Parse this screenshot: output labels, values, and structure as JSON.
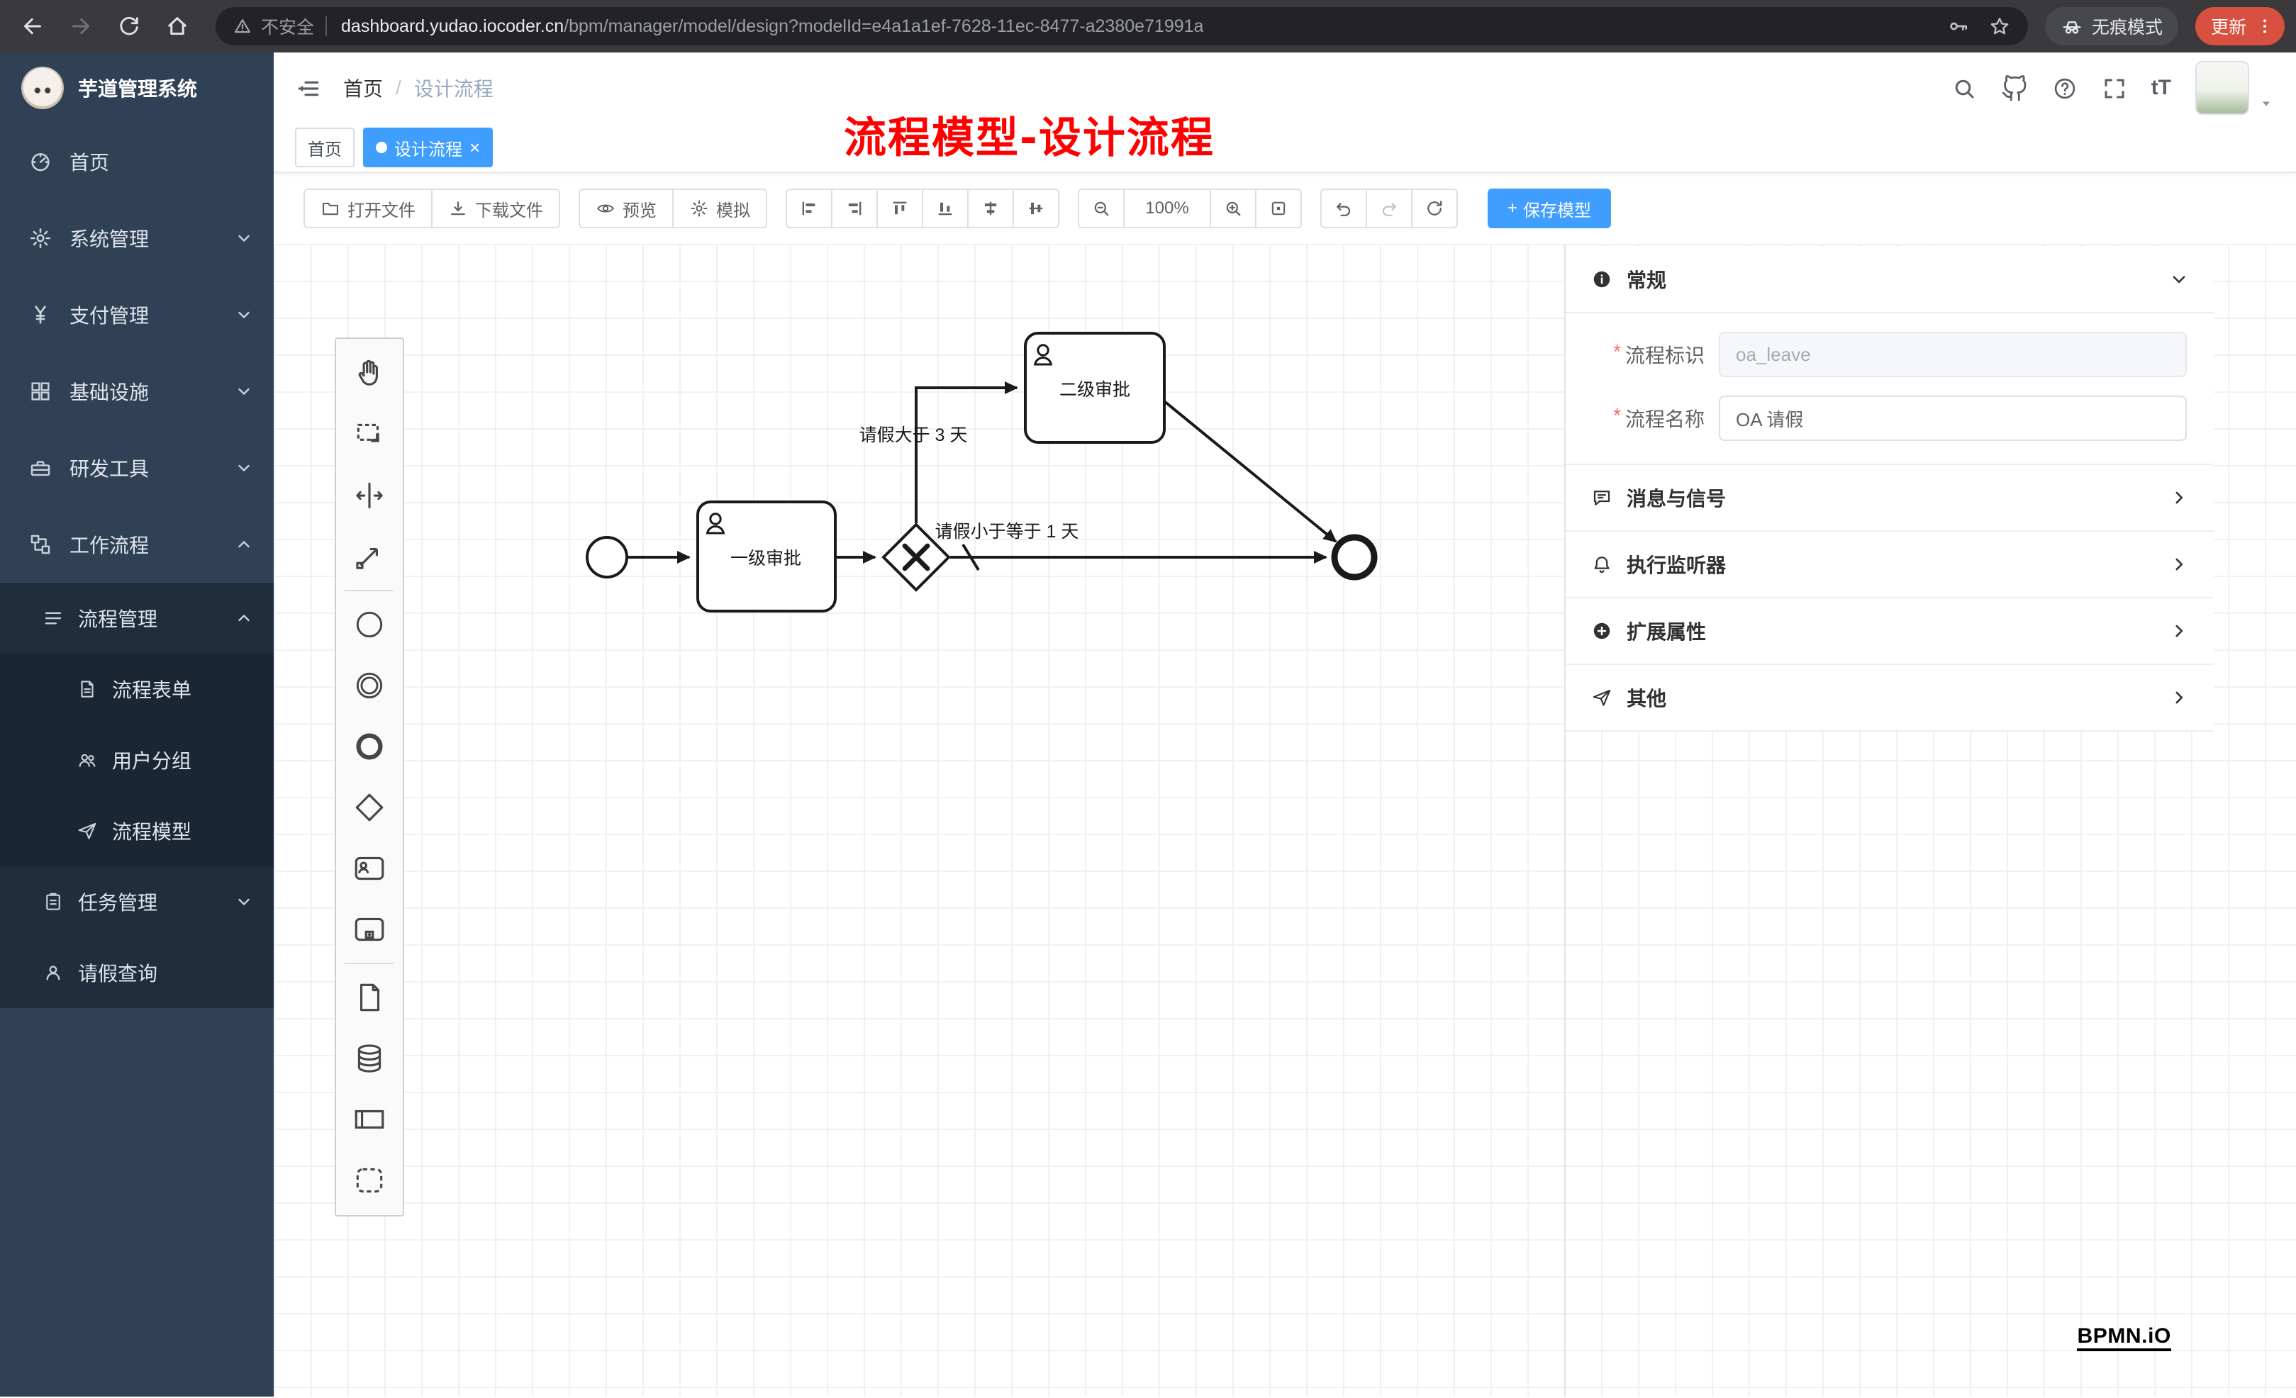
{
  "browser": {
    "security_label": "不安全",
    "url_host": "dashboard.yudao.iocoder.cn",
    "url_path": "/bpm/manager/model/design?modelId=e4a1a1ef-7628-11ec-8477-a2380e71991a",
    "incognito_label": "无痕模式",
    "update_label": "更新"
  },
  "sidebar": {
    "logo_title": "芋道管理系统",
    "items": [
      {
        "label": "首页"
      },
      {
        "label": "系统管理"
      },
      {
        "label": "支付管理"
      },
      {
        "label": "基础设施"
      },
      {
        "label": "研发工具"
      },
      {
        "label": "工作流程"
      }
    ],
    "workflow": {
      "process_mgmt": "流程管理",
      "process_children": [
        {
          "label": "流程表单"
        },
        {
          "label": "用户分组"
        },
        {
          "label": "流程模型"
        }
      ],
      "task_mgmt": "任务管理",
      "leave_query": "请假查询"
    }
  },
  "header": {
    "breadcrumb_home": "首页",
    "breadcrumb_separator": "/",
    "breadcrumb_current": "设计流程",
    "fontsize_icon_text": "tT"
  },
  "tags": {
    "home_tab": "首页",
    "active_tab": "设计流程",
    "close_glyph": "×"
  },
  "annotation": {
    "text": "流程模型-设计流程"
  },
  "toolbar": {
    "open_file": "打开文件",
    "download_file": "下载文件",
    "preview": "预览",
    "simulate": "模拟",
    "zoom_level": "100%",
    "save_plus": "+",
    "save_model": "保存模型"
  },
  "diagram": {
    "task1_label": "一级审批",
    "task2_label": "二级审批",
    "condition_gt": "请假大于 3 天",
    "condition_le": "请假小于等于 1 天"
  },
  "panel": {
    "general_title": "常规",
    "required_mark": "*",
    "process_key_label": "流程标识",
    "process_key_value": "oa_leave",
    "process_name_label": "流程名称",
    "process_name_value": "OA 请假",
    "sections": [
      {
        "title": "消息与信号"
      },
      {
        "title": "执行监听器"
      },
      {
        "title": "扩展属性"
      },
      {
        "title": "其他"
      }
    ]
  },
  "watermark": {
    "label": "BPMN.iO"
  },
  "colors": {
    "accent": "#409eff",
    "sidebar_bg": "#304156",
    "submenu_bg": "#1f2d3d",
    "update_button": "#d85140",
    "annotation_red": "#ff0000"
  }
}
